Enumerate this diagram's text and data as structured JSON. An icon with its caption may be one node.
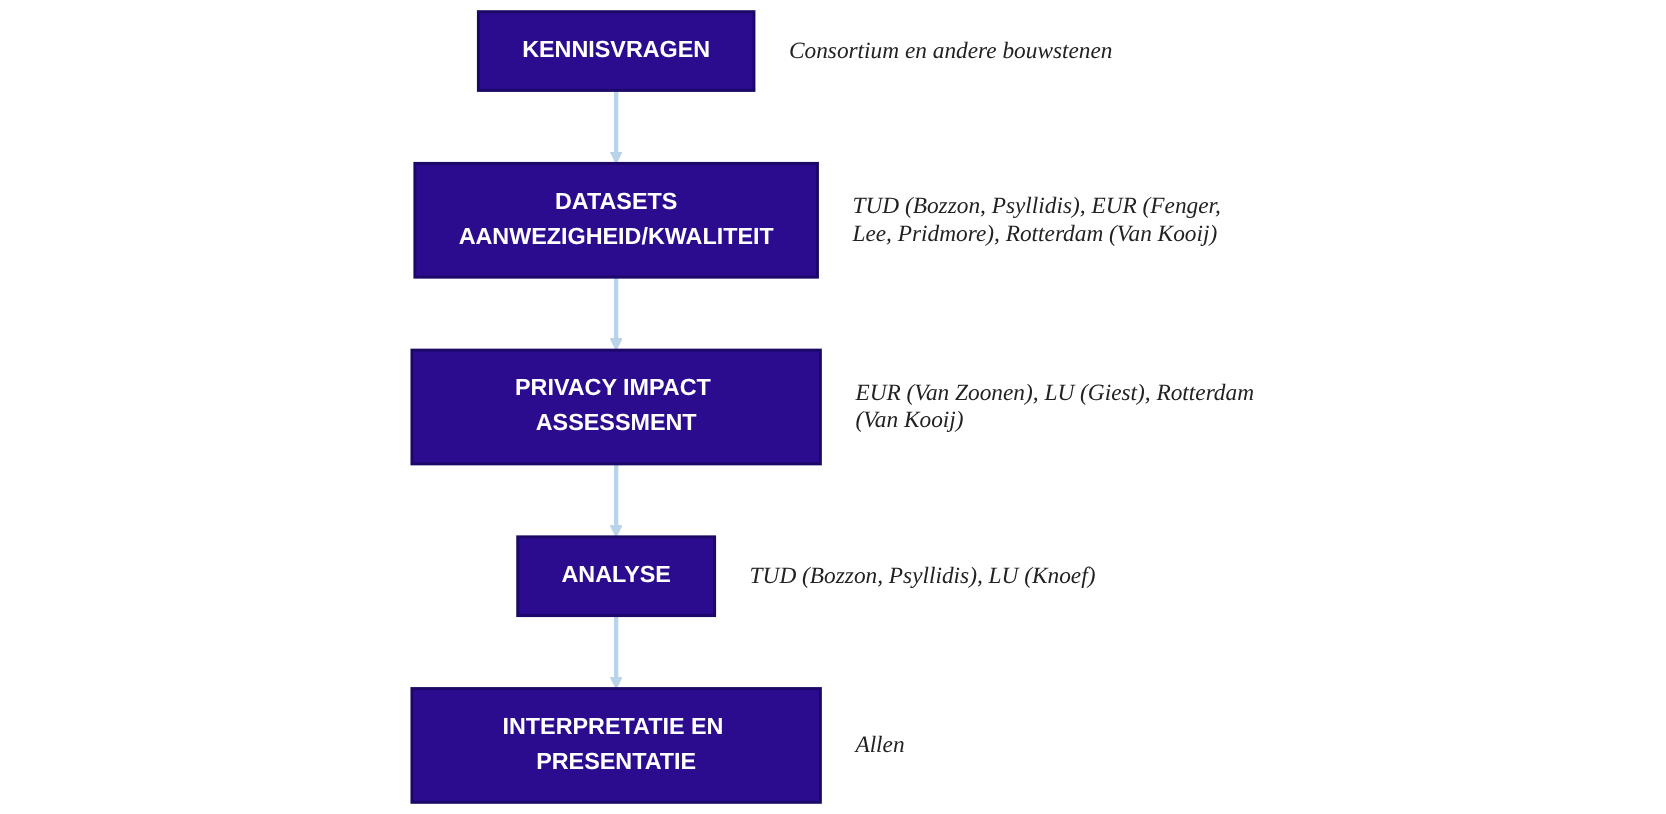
{
  "diagram": {
    "nodes": [
      {
        "text": [
          "KENNISVRAGEN"
        ],
        "beside": [
          "Consortium en andere bouwstenen"
        ]
      },
      {
        "text": [
          "DATASETS",
          "AANWEZIGHEID/KWALITEIT"
        ],
        "beside": [
          "TUD (Bozzon, Psyllidis), EUR (Fenger, Lee, Pridmore), Rotterdam (Van Kooij)"
        ]
      },
      {
        "text": [
          "PRIVACY IMPACT ASSESSMENT"
        ],
        "beside": [
          "EUR (Van Zoonen), LU (Giest), Rotterdam (Van Kooij)"
        ]
      },
      {
        "text": [
          "ANALYSE"
        ],
        "beside": [
          "TUD (Bozzon, Psyllidis), LU (Knoef)"
        ]
      },
      {
        "text": [
          "INTERPRETATIE EN PRESENTATIE"
        ],
        "beside": [
          "Allen"
        ]
      }
    ],
    "edges": [
      {
        "from": 0,
        "to": 1,
        "arrow": "to",
        "color": "#b9d3e8"
      },
      {
        "from": 1,
        "to": 2,
        "arrow": "to",
        "color": "#b9d3e8"
      },
      {
        "from": 2,
        "to": 3,
        "arrow": "to",
        "color": "#b9d3e8"
      },
      {
        "from": 3,
        "to": 4,
        "arrow": "to",
        "color": "#b9d3e8"
      }
    ]
  }
}
